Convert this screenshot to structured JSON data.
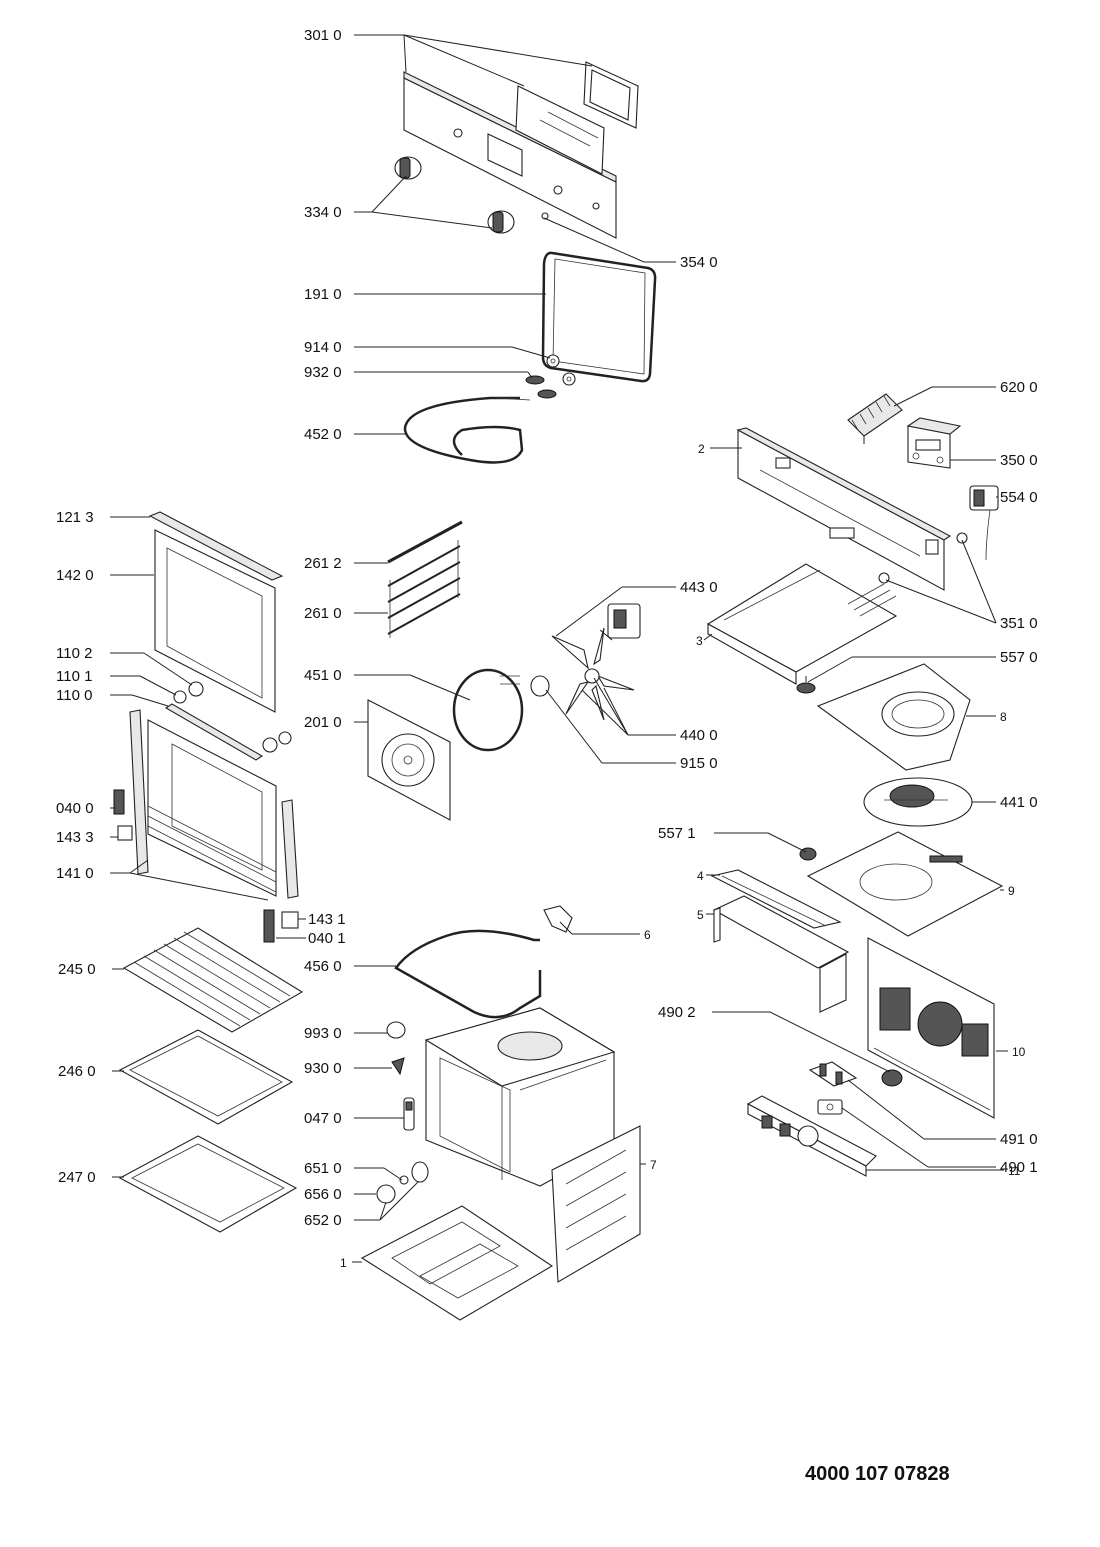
{
  "document_number": "4000 107 07828",
  "labels": {
    "l3010": "301 0",
    "l3340": "334 0",
    "l3540": "354 0",
    "l1910": "191 0",
    "l9140": "914 0",
    "l9320": "932 0",
    "l4520": "452 0",
    "l6200": "620 0",
    "l2": "2",
    "l3500": "350 0",
    "l5540": "554 0",
    "l1213": "121 3",
    "l1420": "142 0",
    "l2612": "261 2",
    "l2610": "261 0",
    "l4430": "443 0",
    "l3": "3",
    "l3510": "351 0",
    "l1102": "110 2",
    "l1101": "110 1",
    "l1100": "110 0",
    "l4510": "451 0",
    "l5570": "557 0",
    "l2010": "201 0",
    "l8": "8",
    "l4400": "440 0",
    "l9150": "915 0",
    "l0400": "040 0",
    "l4410": "441 0",
    "l1433": "143 3",
    "l5571": "557 1",
    "l1410": "141 0",
    "l4": "4",
    "l9": "9",
    "l1431": "143 1",
    "l0401": "040 1",
    "l5": "5",
    "l6": "6",
    "l2450": "245 0",
    "l4560": "456 0",
    "l4902": "490 2",
    "l9930": "993 0",
    "l10": "10",
    "l2460": "246 0",
    "l9300": "930 0",
    "l0470": "047 0",
    "l4910": "491 0",
    "l6510": "651 0",
    "l7": "7",
    "l4901": "490 1",
    "l2470": "247 0",
    "l6560": "656 0",
    "l11": "11",
    "l6520": "652 0",
    "l1": "1"
  }
}
